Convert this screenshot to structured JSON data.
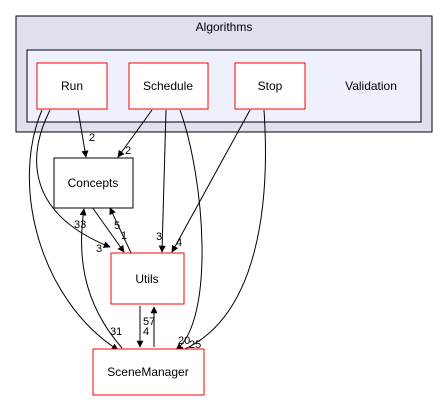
{
  "graph": {
    "cluster_outer": {
      "label": "Algorithms",
      "fill": "#dfdfee",
      "stroke": "#000000"
    },
    "cluster_inner": {
      "label": "Validation",
      "fill": "#eef0fb",
      "stroke": "#000000"
    },
    "nodes": {
      "run": {
        "label": "Run",
        "stroke": "#ff0000",
        "fill": "#ffffff"
      },
      "schedule": {
        "label": "Schedule",
        "stroke": "#ff0000",
        "fill": "#ffffff"
      },
      "stop": {
        "label": "Stop",
        "stroke": "#ff0000",
        "fill": "#ffffff"
      },
      "concepts": {
        "label": "Concepts",
        "stroke": "#000000",
        "fill": "#ffffff"
      },
      "utils": {
        "label": "Utils",
        "stroke": "#ff0000",
        "fill": "#ffffff"
      },
      "scenemanager": {
        "label": "SceneManager",
        "stroke": "#ff0000",
        "fill": "#ffffff"
      }
    },
    "edge_labels": {
      "run_concepts": "2",
      "schedule_concepts": "2",
      "concepts_scene": "33",
      "utils_concepts": "5",
      "concepts_utils": "1",
      "stop_utils": "4",
      "schedule_utils": "3",
      "scene_utils": "3",
      "run_scene": "31",
      "utils_scene_a": "57",
      "utils_scene_b": "4",
      "schedule_scene": "20",
      "stop_scene": "25"
    }
  }
}
